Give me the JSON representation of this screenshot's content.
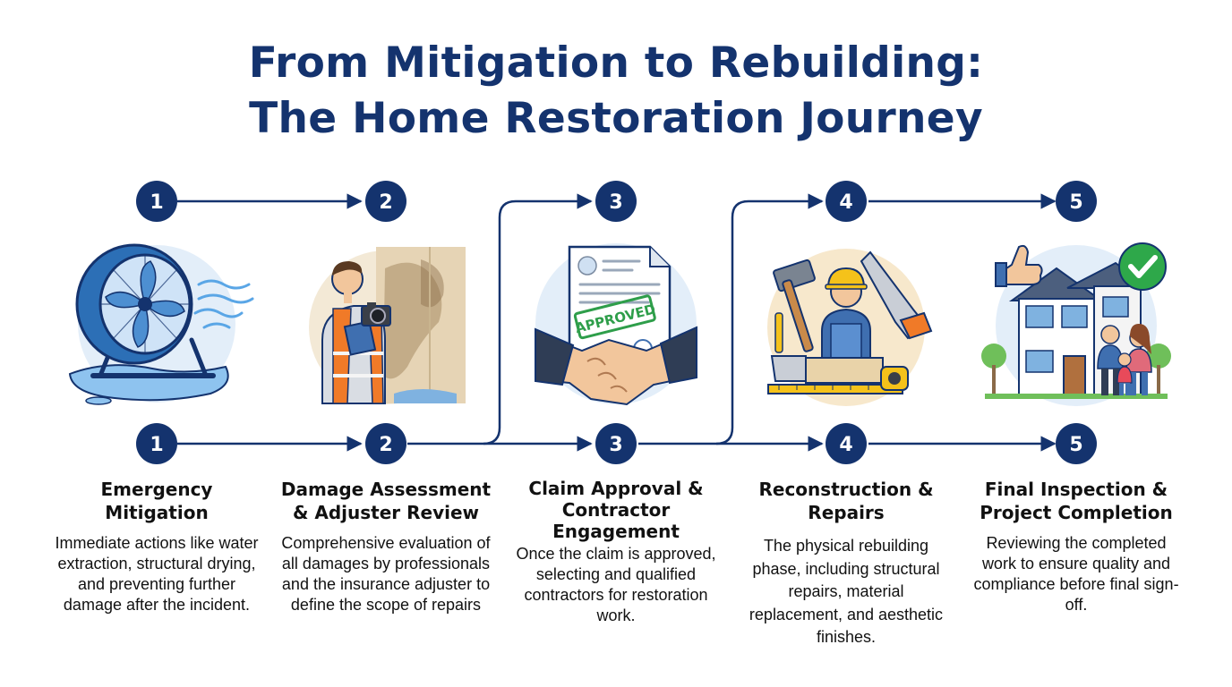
{
  "title": {
    "line1": "From Mitigation to Rebuilding:",
    "line2": "The Home Restoration Journey"
  },
  "colors": {
    "navy": "#14336e",
    "circle_bg": "#e3eef9",
    "approved_green": "#2e9e4a",
    "check_green": "#2ea84a"
  },
  "steps": [
    {
      "number": "1",
      "title_lines": [
        "Emergency",
        "Mitigation"
      ],
      "description": "Immediate actions like water extraction, structural drying, and preventing further damage after the incident.",
      "icon": "fan-water-icon"
    },
    {
      "number": "2",
      "title_lines": [
        "Damage Assessment",
        "& Adjuster Review"
      ],
      "description": "Comprehensive evaluation of all damages by professionals and the insurance adjuster to define the scope of repairs",
      "icon": "adjuster-camera-icon"
    },
    {
      "number": "3",
      "title_lines": [
        "Claim Approval &",
        "Contractor",
        "Engagement"
      ],
      "description": "Once the claim is approved, selecting and qualified contractors for restoration work.",
      "icon": "approved-handshake-icon",
      "stamp_text": "APPROVED"
    },
    {
      "number": "4",
      "title_lines": [
        "Reconstruction &",
        "Repairs"
      ],
      "description": "The physical rebuilding phase, including structural repairs, material replacement, and aesthetic finishes.",
      "icon": "construction-worker-icon"
    },
    {
      "number": "5",
      "title_lines": [
        "Final Inspection &",
        "Project Completion"
      ],
      "description": "Reviewing the completed work to ensure quality and compliance before final sign-off.",
      "icon": "house-family-check-icon"
    }
  ]
}
